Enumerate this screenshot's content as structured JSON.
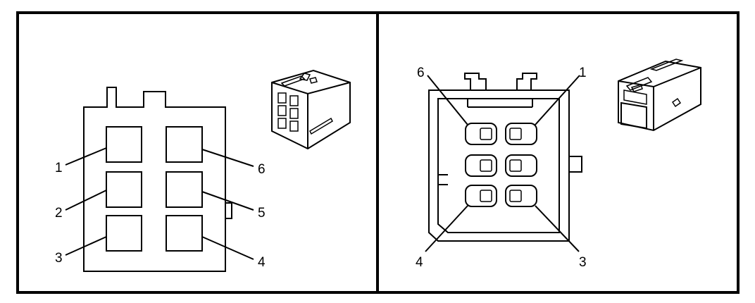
{
  "left_panel": {
    "labels": {
      "pin_1": "1",
      "pin_2": "2",
      "pin_3": "3",
      "pin_4": "4",
      "pin_5": "5",
      "pin_6": "6"
    }
  },
  "right_panel": {
    "labels": {
      "pin_1": "1",
      "pin_3": "3",
      "pin_4": "4",
      "pin_6": "6"
    }
  }
}
